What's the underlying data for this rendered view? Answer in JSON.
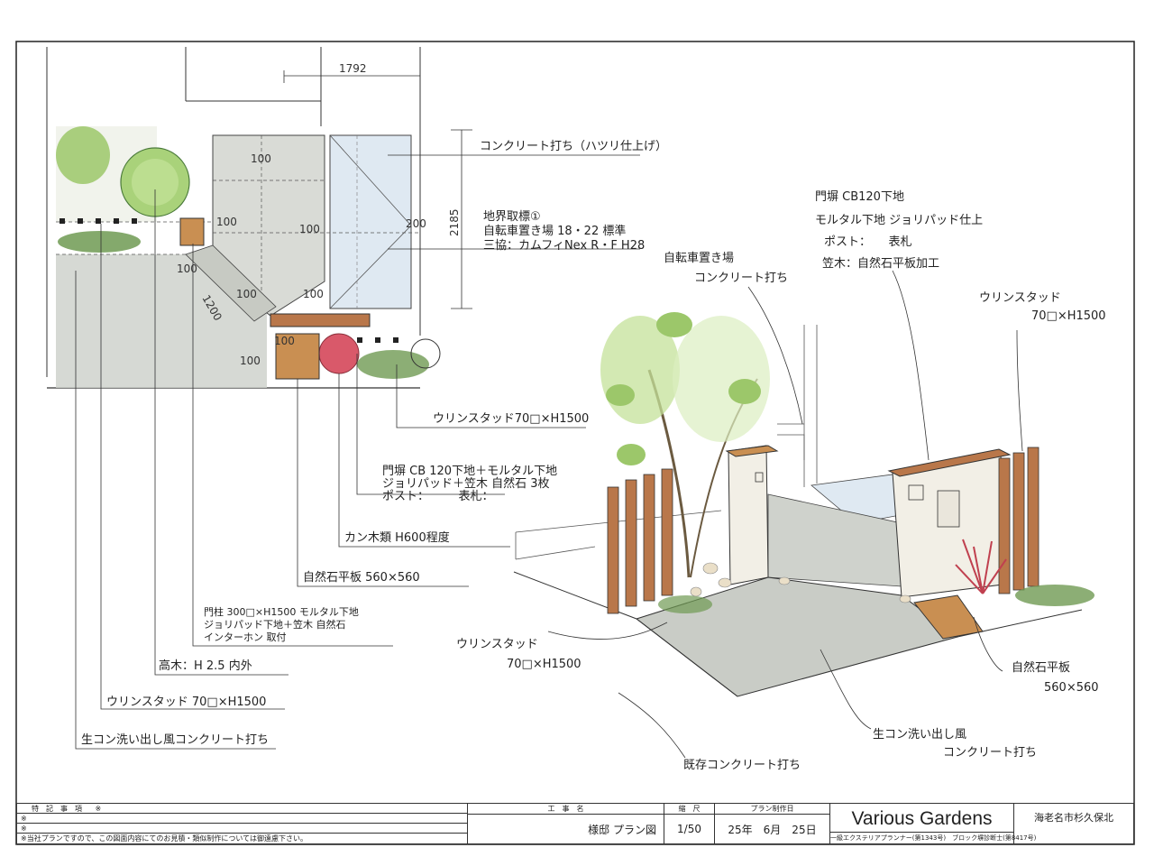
{
  "plan": {
    "dims": {
      "top_width": "1792",
      "height": "2185",
      "d100_a": "100",
      "d100_b": "100",
      "d100_c": "100",
      "d100_d": "100",
      "d100_e": "100",
      "d100_f": "100",
      "d100_g": "100",
      "d100_h": "100",
      "d200": "200",
      "d1200": "1200"
    },
    "labels": {
      "concrete_top": "コンクリート打ち（ハツリ仕上げ）",
      "stile_parts": "地界取標①",
      "bicycle_garage": "自転車置き場 18・22 標準",
      "material_spec": "三協：カムフィNex R・F H28",
      "uli_stud_right": "ウリンスタッド70□×H1500",
      "wall_spec_1": "門塀 CB 120下地＋モルタル下地",
      "wall_spec_2": "ジョリパッド＋笠木 自然石 3枚",
      "wall_spec_3": "ポスト：　　　表札：",
      "shrub_low": "カン木類 H600程度",
      "stone_paver": "自然石平板 560×560",
      "pillar_1": "門柱 300□×H1500 モルタル下地",
      "pillar_2": "ジョリパッド下地＋笠木 自然石",
      "pillar_3": "インターホン 取付",
      "tall_tree": "高木：H 2.5 内外",
      "uli_stud_left": "ウリンスタッド 70□×H1500",
      "washed_concrete": "生コン洗い出し風コンクリート打ち"
    }
  },
  "perspective": {
    "labels": {
      "bicycle_area_1": "自転車置き場",
      "bicycle_area_2": "コンクリート打ち",
      "wall_1": "門塀 CB120下地",
      "wall_2": "モルタル下地 ジョリパッド仕上",
      "wall_3": "ポスト：　　表札",
      "wall_4": "笠木：自然石平板加工",
      "uli_right_1": "ウリンスタッド",
      "uli_right_2": "70□×H1500",
      "uli_left_1": "ウリンスタッド",
      "uli_left_2": "70□×H1500",
      "paver_1": "自然石平板",
      "paver_2": "560×560",
      "washed_1": "生コン洗い出し風",
      "washed_2": "コンクリート打ち",
      "existing": "既存コンクリート打ち"
    }
  },
  "titleblock": {
    "notes_head": "特　記　事　項",
    "note_mark_1": "※",
    "note_mark_2": "※",
    "note_mark_3": "※",
    "disclaimer": "※当社プランですので、この図面内容にてのお見積・類似制作については御遠慮下さい。",
    "project_head": "工　事　名",
    "project": "様邸 プラン図",
    "scale_head": "縮　尺",
    "scale": "1/50",
    "date_head": "プラン制作日",
    "date": "25年　6月　25日",
    "company": "Various Gardens",
    "license": "一級エクステリアプランナー(第1343号)　ブロック塀診断士(第8417号)",
    "address": "海老名市杉久保北"
  },
  "colors": {
    "concrete": "#d9dbd6",
    "washed": "#cfd2cc",
    "glass": "#dfe9f2",
    "wood": "#b9774a",
    "paver": "#c98f52",
    "leaf": "#9cc76a",
    "leaf_dark": "#6f9a52",
    "red_plant": "#d9596a",
    "ink": "#222222"
  }
}
